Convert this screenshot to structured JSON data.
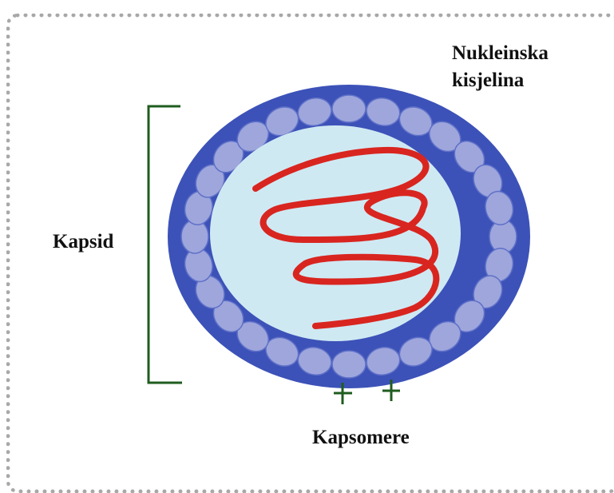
{
  "labels": {
    "nucleic_acid_line1": "Nukleinska",
    "nucleic_acid_line2": "kisjelina",
    "capsid": "Kapsid",
    "capsomeres": "Kapsomere"
  },
  "colors": {
    "capsid_ring": "#3c52b8",
    "capsomere_fill": "#9ea6dc",
    "interior": "#cfe9f3",
    "nucleic_acid": "#d9251f",
    "bracket": "#1f5c1f",
    "border": "#a8a8a8"
  }
}
